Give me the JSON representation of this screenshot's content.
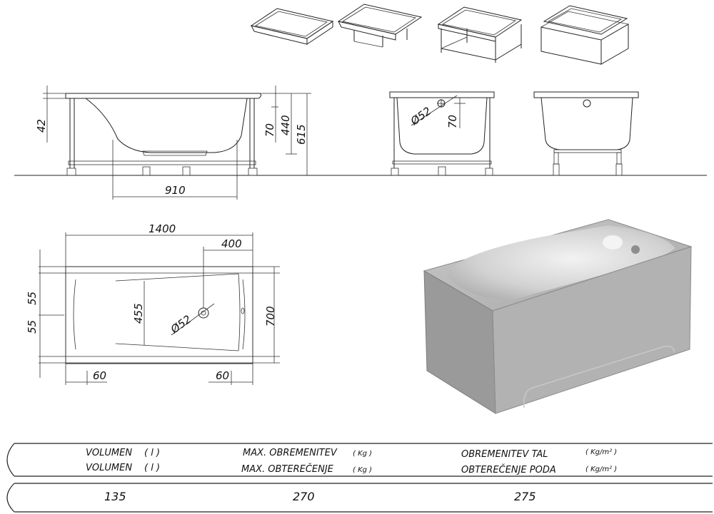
{
  "dimensions": {
    "side_height_42": "42",
    "side_70": "70",
    "side_440": "440",
    "side_615": "615",
    "side_910": "910",
    "front_diameter": "Ø52",
    "front_70": "70",
    "top_length": "1400",
    "top_drain_offset": "400",
    "top_inner_width": "455",
    "top_drain_diameter": "Ø52",
    "top_width": "700",
    "top_55_upper": "55",
    "top_55_lower": "55",
    "top_60_left": "60",
    "top_60_right": "60"
  },
  "specs": {
    "header_volume_1": "VOLUMEN",
    "header_volume_2": "VOLUMEN",
    "header_volume_unit_1": "( l )",
    "header_volume_unit_2": "( l )",
    "header_load_1": "MAX. OBREMENITEV",
    "header_load_2": "MAX. OBTEREČENJE",
    "header_load_unit_1": "( Kg )",
    "header_load_unit_2": "( Kg )",
    "header_floor_1": "OBREMENITEV TAL",
    "header_floor_2": "OBTEREČENJE PODA",
    "header_floor_unit_1": "( Kg/m² )",
    "header_floor_unit_2": "( Kg/m² )",
    "volume_value": "135",
    "load_value": "270",
    "floor_value": "275"
  },
  "colors": {
    "line": "#222222",
    "panel": "#9a9a9a",
    "panel_light": "#b8b8b8",
    "basin": "#e4e4e4"
  }
}
